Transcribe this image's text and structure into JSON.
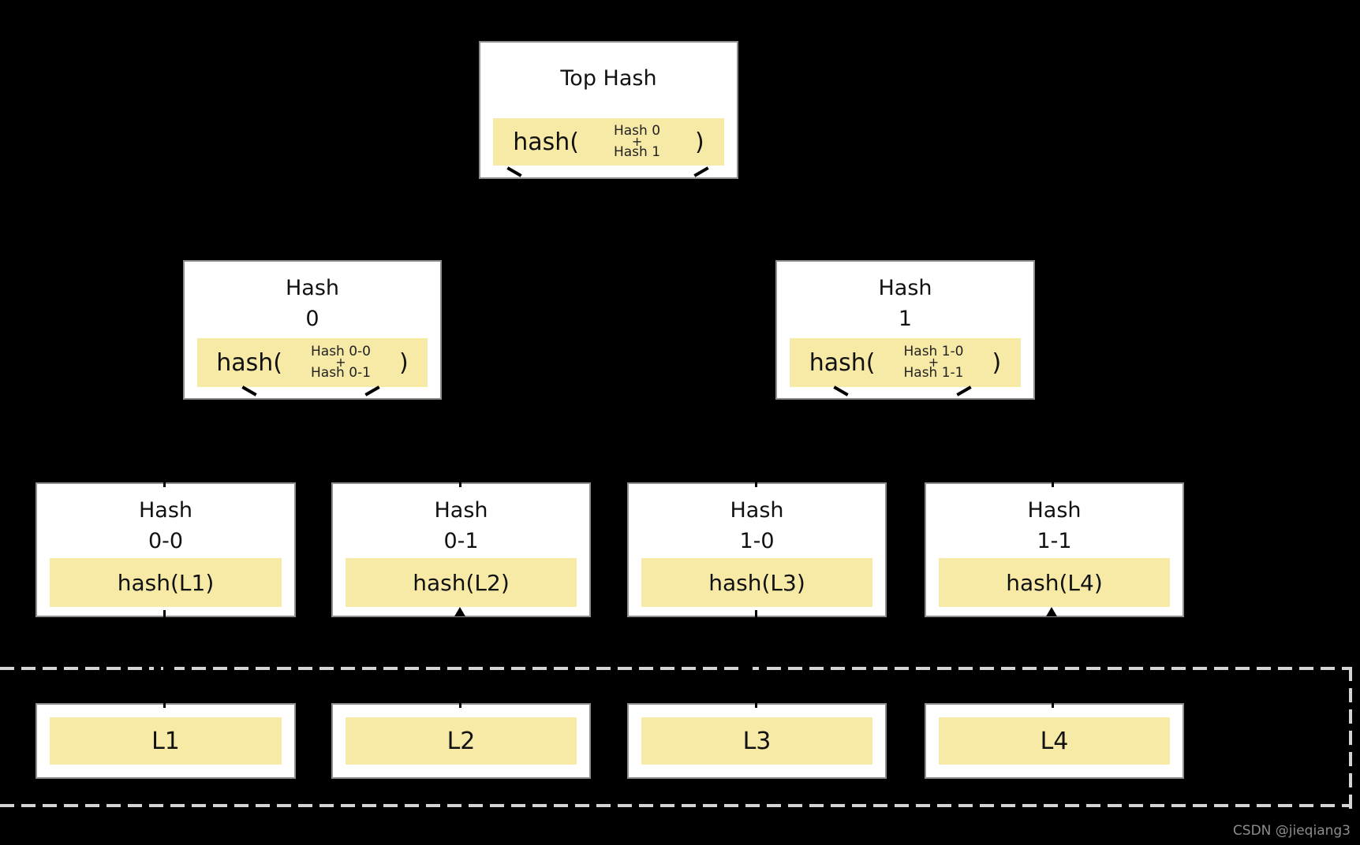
{
  "diagram_type": "merkle-hash-tree",
  "colors": {
    "background": "#000000",
    "node_fill": "#ffffff",
    "node_border": "#8f8f8f",
    "highlight_fill": "#f7e9a6",
    "dashed_boundary": "#d4d4d4",
    "watermark_text": "#8d8d8d",
    "text": "#111111"
  },
  "root": {
    "title": "Top Hash",
    "fn_open": "hash(",
    "arg1": "Hash 0",
    "op": "+",
    "arg2": "Hash 1",
    "fn_close": ")"
  },
  "internal": [
    {
      "title_line1": "Hash",
      "title_line2": "0",
      "fn_open": "hash(",
      "arg1": "Hash 0-0",
      "op": "+",
      "arg2": "Hash 0-1",
      "fn_close": ")"
    },
    {
      "title_line1": "Hash",
      "title_line2": "1",
      "fn_open": "hash(",
      "arg1": "Hash 1-0",
      "op": "+",
      "arg2": "Hash 1-1",
      "fn_close": ")"
    }
  ],
  "leaves": [
    {
      "title_line1": "Hash",
      "title_line2": "0-0",
      "formula": "hash(L1)"
    },
    {
      "title_line1": "Hash",
      "title_line2": "0-1",
      "formula": "hash(L2)"
    },
    {
      "title_line1": "Hash",
      "title_line2": "1-0",
      "formula": "hash(L3)"
    },
    {
      "title_line1": "Hash",
      "title_line2": "1-1",
      "formula": "hash(L4)"
    }
  ],
  "data_blocks": [
    {
      "label": "L1"
    },
    {
      "label": "L2"
    },
    {
      "label": "L3"
    },
    {
      "label": "L4"
    }
  ],
  "watermark": "CSDN @jieqiang3"
}
